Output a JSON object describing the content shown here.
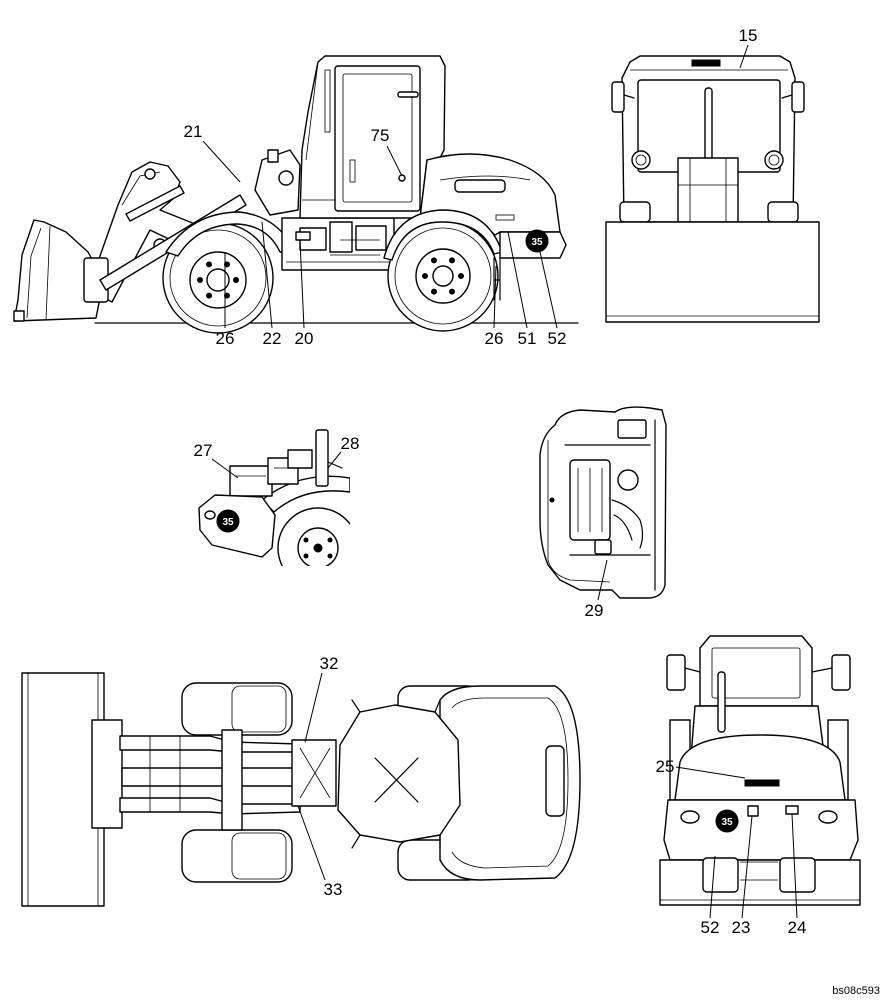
{
  "side_view": {
    "callouts": [
      "21",
      "75",
      "26",
      "22",
      "20",
      "26",
      "51",
      "52"
    ],
    "decal": "35"
  },
  "front_view": {
    "callouts": [
      "15"
    ]
  },
  "rear_corner_detail": {
    "callouts": [
      "27",
      "28"
    ],
    "decal": "35"
  },
  "engine_top_detail": {
    "callouts": [
      "29"
    ]
  },
  "top_view": {
    "callouts": [
      "32",
      "33"
    ]
  },
  "rear_view": {
    "callouts": [
      "25",
      "52",
      "23",
      "24"
    ],
    "decal": "35"
  },
  "drawing_id": "bs08c593"
}
